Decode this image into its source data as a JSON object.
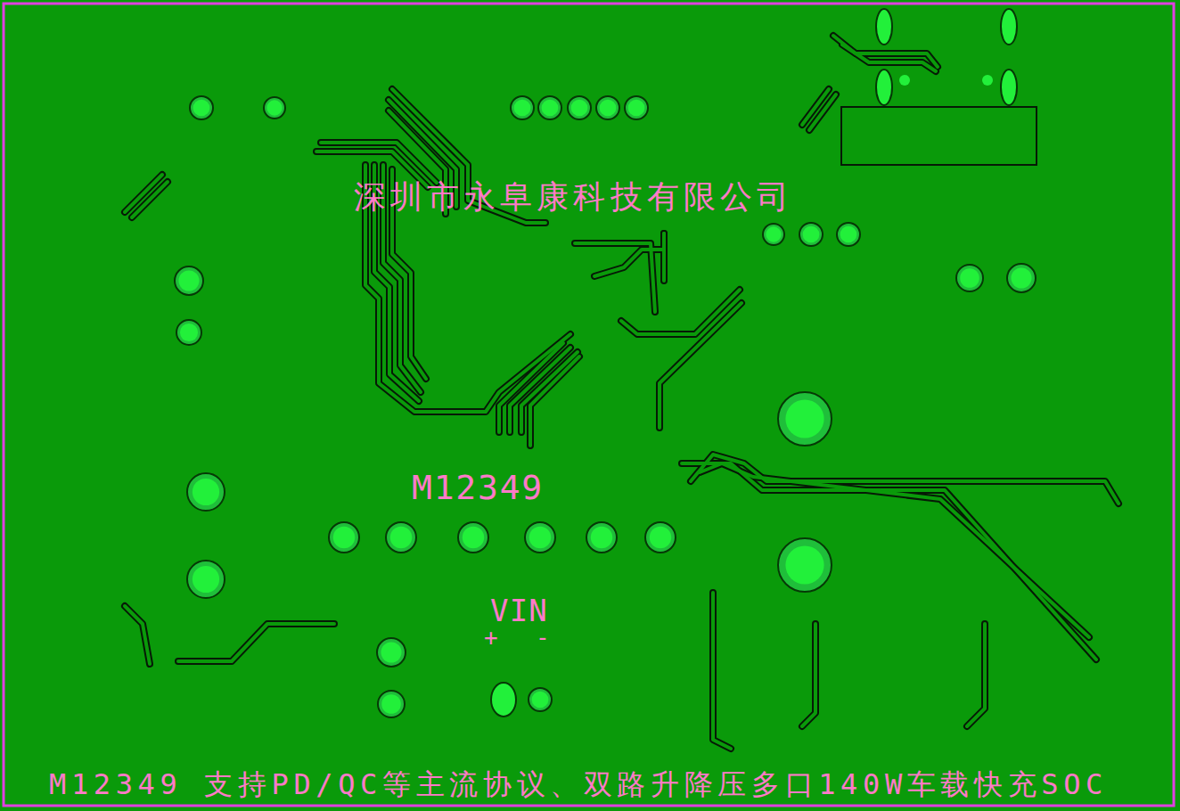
{
  "diagram": {
    "caption": "M12349 支持PD/QC等主流协议、双路升降压多口140W车载快充SOC",
    "labels": [
      "深圳市永阜康科技有限公司",
      "M12349",
      "VIN",
      "+",
      "-"
    ]
  }
}
